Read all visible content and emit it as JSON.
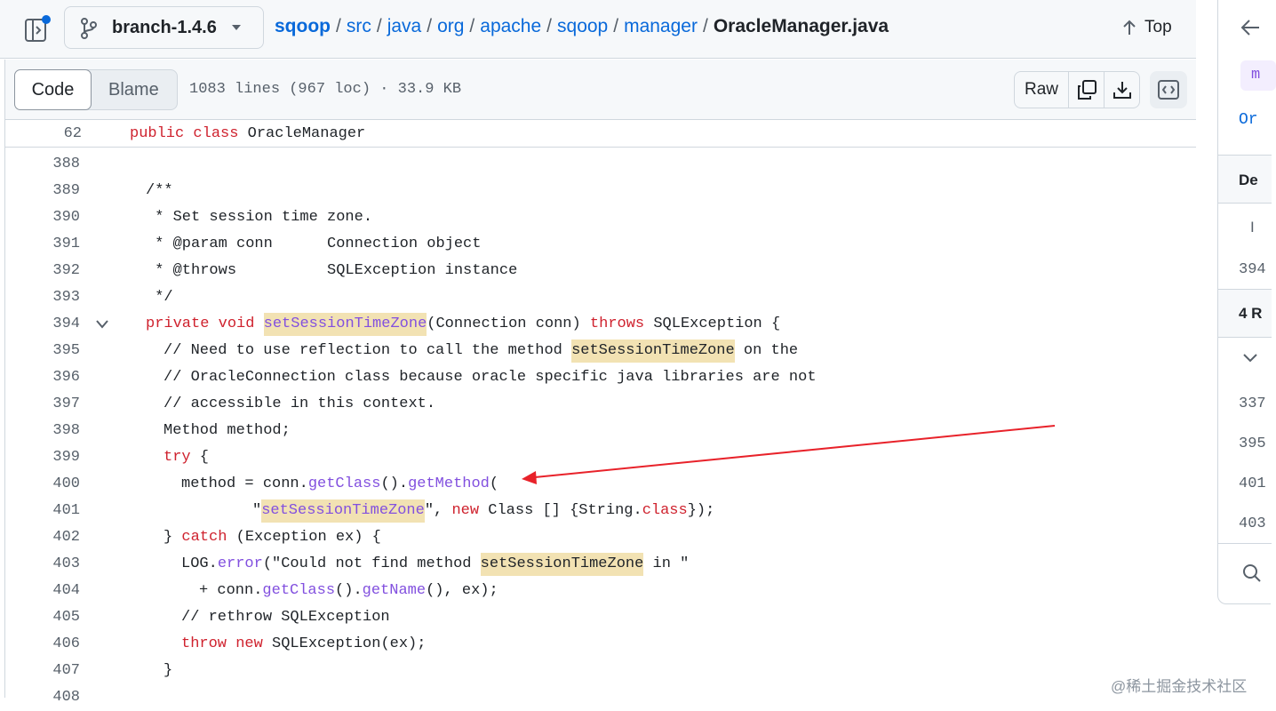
{
  "header": {
    "branch": "branch-1.4.6",
    "breadcrumb": [
      "sqoop",
      "src",
      "java",
      "org",
      "apache",
      "sqoop",
      "manager"
    ],
    "breadcrumb_sep": "/",
    "file": "OracleManager.java",
    "top_label": "Top"
  },
  "toolbar": {
    "tab_code": "Code",
    "tab_blame": "Blame",
    "file_info": "1083 lines (967 loc) · 33.9 KB",
    "raw_label": "Raw"
  },
  "sticky": {
    "line_number": "62",
    "kw1": "public",
    "kw2": "class",
    "name": "OracleManager"
  },
  "lines": [
    "388",
    "389",
    "390",
    "391",
    "392",
    "393",
    "394",
    "395",
    "396",
    "397",
    "398",
    "399",
    "400",
    "401",
    "402",
    "403",
    "404",
    "405",
    "406",
    "407",
    "408"
  ],
  "code": {
    "l389": "/**",
    "l390": " * Set session time zone.",
    "l391": " * @param conn      Connection object",
    "l392": " * @throws          SQLException instance",
    "l393": " */",
    "l394_kw": "private",
    "l394_void": "void",
    "l394_fn": "setSessionTimeZone",
    "l394_a": "(Connection conn) ",
    "l394_throws": "throws",
    "l394_b": " SQLException {",
    "l395_a": "// Need to use reflection to call the method ",
    "l395_hl": "setSessionTimeZone",
    "l395_b": " on the",
    "l396": "// OracleConnection class because oracle specific java libraries are not",
    "l397": "// accessible in this context.",
    "l398": "Method method;",
    "l399_kw": "try",
    "l399_b": " {",
    "l400_a": "method = conn.",
    "l400_fn1": "getClass",
    "l400_b": "().",
    "l400_fn2": "getMethod",
    "l400_c": "(",
    "l401_a": "\"",
    "l401_hl": "setSessionTimeZone",
    "l401_b": "\", ",
    "l401_new": "new",
    "l401_c": " Class [] {String.",
    "l401_cls": "class",
    "l401_d": "});",
    "l402_a": "} ",
    "l402_kw": "catch",
    "l402_b": " (Exception ex) {",
    "l403_a": "LOG.",
    "l403_fn": "error",
    "l403_b": "(\"Could not find method ",
    "l403_hl": "setSessionTimeZone",
    "l403_c": " in \"",
    "l404_a": "+ conn.",
    "l404_fn1": "getClass",
    "l404_b": "().",
    "l404_fn2": "getName",
    "l404_c": "(), ex);",
    "l405": "// rethrow SQLException",
    "l406_kw": "throw",
    "l406_new": "new",
    "l406_b": " SQLException(ex);",
    "l407": "}"
  },
  "right_panel": {
    "chip": "m",
    "link": "Or",
    "section1": "De",
    "item1": "I",
    "ref1": "394",
    "section2": "4 R",
    "refs": [
      "337",
      "395",
      "401",
      "403"
    ]
  },
  "watermark": "@稀土掘金技术社区",
  "colors": {
    "keyword": "#cf222e",
    "function": "#8250df",
    "comment": "#6e7781",
    "highlight": "#f2e2b3",
    "link": "#0969da",
    "annotation_arrow": "#e8222a"
  }
}
